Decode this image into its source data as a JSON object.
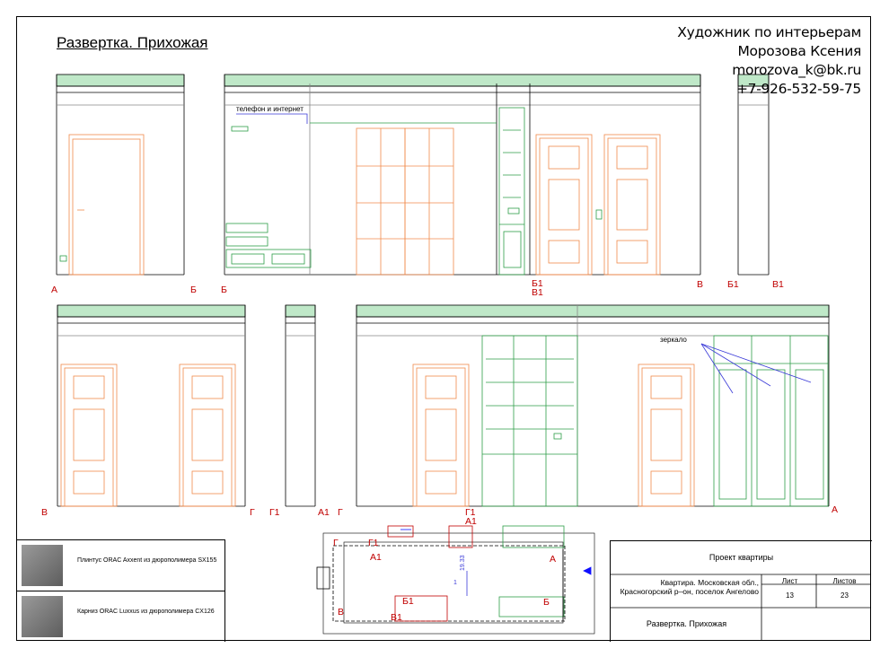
{
  "sheet": {
    "title": "Развертка. Прихожая"
  },
  "author": {
    "role": "Художник по интерьерам",
    "name": "Морозова Ксения",
    "email": "morozova_k@bk.ru",
    "phone": "+7-926-532-59-75"
  },
  "labels": {
    "top_row": [
      "А",
      "Б",
      "Б",
      "Б1",
      "В1",
      "В",
      "Б1",
      "В1"
    ],
    "bottom_row": [
      "В",
      "Г",
      "Г1",
      "А1",
      "Г",
      "Г1",
      "А1",
      "А"
    ],
    "plan": [
      "Г",
      "Г1",
      "А1",
      "А",
      "Б1",
      "Б",
      "В",
      "В1"
    ]
  },
  "annotations": {
    "phone_internet": "телефон и интернет",
    "mirror": "зеркало",
    "plan_dimension": "19.33",
    "plan_index": "1"
  },
  "legend": [
    {
      "text": "Плинтус ORAC Axxent из дюрополимера SX155"
    },
    {
      "text": "Карниз ORAC Luxxus из дюрополимера CX126"
    }
  ],
  "stamp": {
    "project": "Проект квартиры",
    "object": "Квартира. Московская обл., Красногорский р–он, поселок Ангелово",
    "sheet_header": "Лист",
    "sheets_header": "Листов",
    "sheet_no": "13",
    "sheets_total": "23",
    "sheet_name": "Развертка. Прихожая"
  },
  "colors": {
    "door": "#f08a4b",
    "furniture": "#2e9e48",
    "cornice": "#bfe8c8",
    "label": "#c00000",
    "pointer": "#3a3ad8",
    "marker": "#1010ff"
  }
}
